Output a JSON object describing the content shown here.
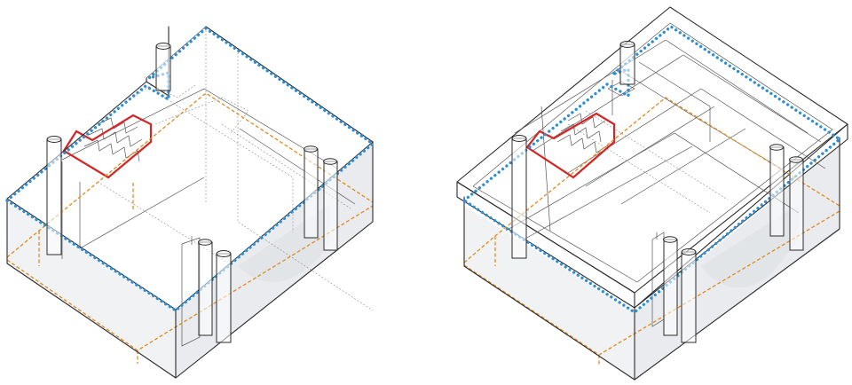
{
  "figure": {
    "panels": [
      "left-axonometric-ground-floor",
      "right-axonometric-with-roof-frame"
    ],
    "colors": {
      "outline": "#2b2b2b",
      "glass_fill": "#eef0f2",
      "blue_dotted_perimeter": "#2f8fd0",
      "orange_dashed_line": "#e08a1e",
      "red_stair_outline": "#d42424"
    },
    "icons": [
      "axonometric-box",
      "cylinder-pillar",
      "staircase"
    ],
    "labels": []
  }
}
